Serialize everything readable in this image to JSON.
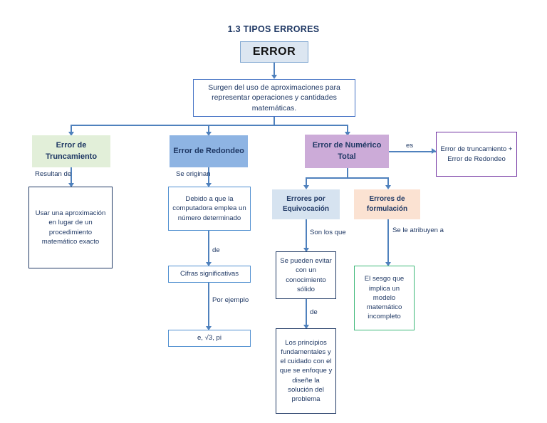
{
  "diagram": {
    "title": "1.3 TIPOS ERRORES",
    "type": "flowchart",
    "colors": {
      "title_text": "#1f3864",
      "connector": "#4f81bd",
      "error_fill": "#dce6f1",
      "truncamiento_fill": "#e2efd9",
      "redondeo_fill": "#8eb4e3",
      "numerico_total_fill": "#ccabd8",
      "equivocacion_fill": "#d6e3f0",
      "formulacion_fill": "#fbe2d2",
      "navy_border": "#1f3864",
      "blue_border": "#4f8fd0",
      "purple_border": "#7030a0",
      "green_border": "#3cb878"
    },
    "nodes": {
      "root": "ERROR",
      "root_description": "Surgen del uso de aproximaciones para representar operaciones y cantidades matemáticas.",
      "truncamiento": "Error de Truncamiento",
      "redondeo": "Error de Redondeo",
      "numerico_total": "Error de Numérico Total",
      "suma_errores": "Error de truncamiento + Error de Redondeo",
      "truncamiento_detalle": "Usar una aproximación en lugar de un procedimiento matemático exacto",
      "redondeo_detalle": "Debido a que la computadora emplea un número determinado",
      "cifras": "Cifras significativas",
      "ejemplos": "e, √3, pi",
      "equivocacion": "Errores por Equivocación",
      "formulacion": "Errores de formulación",
      "equivocacion_detalle": "Se pueden evitar con un conocimiento sólido",
      "principios": "Los principios fundamentales y el cuidado con el que se enfoque y diseñe la solución del problema",
      "sesgo": "El sesgo que implica un modelo matemático incompleto"
    },
    "edge_labels": {
      "resultan_de": "Resultan de",
      "se_originan": "Se originan",
      "es": "es",
      "de_cifras": "de",
      "por_ejemplo": "Por ejemplo",
      "son_los_que": "Son los que",
      "se_le_atribuyen_a": "Se le atribuyen a",
      "de_principios": "de"
    }
  }
}
